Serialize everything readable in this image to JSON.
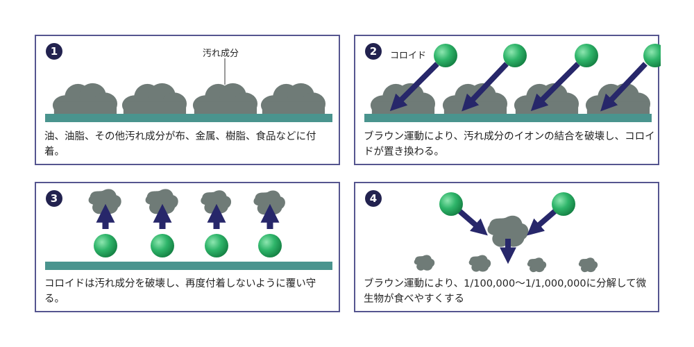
{
  "panels": [
    {
      "number": "1",
      "label": "汚れ成分",
      "caption": "油、油脂、その他汚れ成分が布、金属、樹脂、食品などに付着。"
    },
    {
      "number": "2",
      "label": "コロイド",
      "caption": "ブラウン運動により、汚れ成分のイオンの結合を破壊し、コロイドが置き換わる。"
    },
    {
      "number": "3",
      "caption": "コロイドは汚れ成分を破壊し、再度付着しないように覆い守る。"
    },
    {
      "number": "4",
      "caption": "ブラウン運動により、1/100,000〜1/1,000,000に分解して微生物が食べやすくする"
    }
  ],
  "colors": {
    "ground": "#4a948e",
    "dirt": "#6f7b77",
    "arrow": "#27276a",
    "colloid": "#2fb56a",
    "border": "#55558f"
  }
}
